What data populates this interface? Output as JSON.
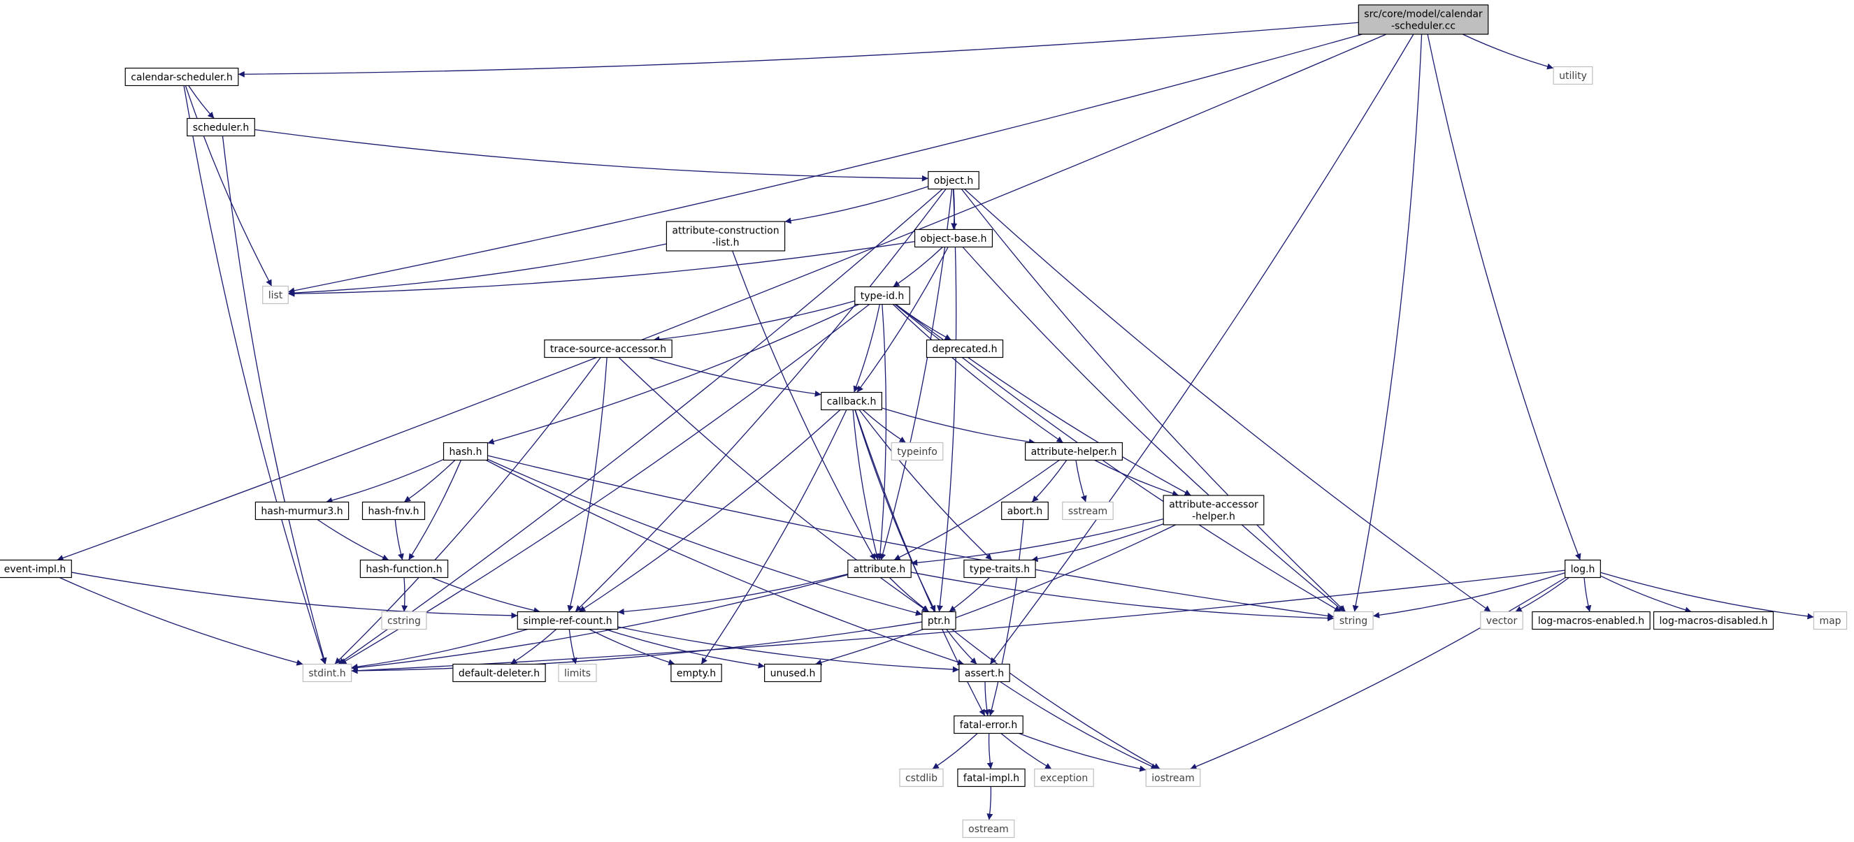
{
  "title": "",
  "colors": {
    "edge": "#191970",
    "root_fill": "#bfbfbf",
    "node_border": "#000000",
    "ext_border": "#bfbfbf",
    "ext_text": "#404040",
    "node_fill": "#ffffff"
  },
  "nodes": [
    {
      "id": "root",
      "label": "src/core/model/calendar\n-scheduler.cc",
      "kind": "root"
    },
    {
      "id": "cal_sched_h",
      "label": "calendar-scheduler.h",
      "kind": "header"
    },
    {
      "id": "utility",
      "label": "utility",
      "kind": "external"
    },
    {
      "id": "scheduler_h",
      "label": "scheduler.h",
      "kind": "header"
    },
    {
      "id": "object_h",
      "label": "object.h",
      "kind": "header"
    },
    {
      "id": "attr_constr_h",
      "label": "attribute-construction\n-list.h",
      "kind": "header"
    },
    {
      "id": "object_base_h",
      "label": "object-base.h",
      "kind": "header"
    },
    {
      "id": "list",
      "label": "list",
      "kind": "external"
    },
    {
      "id": "type_id_h",
      "label": "type-id.h",
      "kind": "header"
    },
    {
      "id": "trace_src_h",
      "label": "trace-source-accessor.h",
      "kind": "header"
    },
    {
      "id": "deprecated_h",
      "label": "deprecated.h",
      "kind": "header"
    },
    {
      "id": "callback_h",
      "label": "callback.h",
      "kind": "header"
    },
    {
      "id": "hash_h",
      "label": "hash.h",
      "kind": "header"
    },
    {
      "id": "typeinfo",
      "label": "typeinfo",
      "kind": "external"
    },
    {
      "id": "attr_helper_h",
      "label": "attribute-helper.h",
      "kind": "header"
    },
    {
      "id": "hash_murmur_h",
      "label": "hash-murmur3.h",
      "kind": "header"
    },
    {
      "id": "hash_fnv_h",
      "label": "hash-fnv.h",
      "kind": "header"
    },
    {
      "id": "abort_h",
      "label": "abort.h",
      "kind": "header"
    },
    {
      "id": "sstream",
      "label": "sstream",
      "kind": "external"
    },
    {
      "id": "attr_accessor_h",
      "label": "attribute-accessor\n-helper.h",
      "kind": "header"
    },
    {
      "id": "event_impl_h",
      "label": "event-impl.h",
      "kind": "header"
    },
    {
      "id": "hash_function_h",
      "label": "hash-function.h",
      "kind": "header"
    },
    {
      "id": "attribute_h",
      "label": "attribute.h",
      "kind": "header"
    },
    {
      "id": "type_traits_h",
      "label": "type-traits.h",
      "kind": "header"
    },
    {
      "id": "log_h",
      "label": "log.h",
      "kind": "header"
    },
    {
      "id": "cstring",
      "label": "cstring",
      "kind": "external"
    },
    {
      "id": "simple_ref_h",
      "label": "simple-ref-count.h",
      "kind": "header"
    },
    {
      "id": "ptr_h",
      "label": "ptr.h",
      "kind": "header"
    },
    {
      "id": "string",
      "label": "string",
      "kind": "external"
    },
    {
      "id": "vector",
      "label": "vector",
      "kind": "external"
    },
    {
      "id": "log_enabled_h",
      "label": "log-macros-enabled.h",
      "kind": "header"
    },
    {
      "id": "log_disabled_h",
      "label": "log-macros-disabled.h",
      "kind": "header"
    },
    {
      "id": "map",
      "label": "map",
      "kind": "external"
    },
    {
      "id": "stdint_h",
      "label": "stdint.h",
      "kind": "external"
    },
    {
      "id": "default_deleter_h",
      "label": "default-deleter.h",
      "kind": "header"
    },
    {
      "id": "limits",
      "label": "limits",
      "kind": "external"
    },
    {
      "id": "empty_h",
      "label": "empty.h",
      "kind": "header"
    },
    {
      "id": "unused_h",
      "label": "unused.h",
      "kind": "header"
    },
    {
      "id": "assert_h",
      "label": "assert.h",
      "kind": "header"
    },
    {
      "id": "fatal_error_h",
      "label": "fatal-error.h",
      "kind": "header"
    },
    {
      "id": "cstdlib",
      "label": "cstdlib",
      "kind": "external"
    },
    {
      "id": "fatal_impl_h",
      "label": "fatal-impl.h",
      "kind": "header"
    },
    {
      "id": "exception",
      "label": "exception",
      "kind": "external"
    },
    {
      "id": "iostream",
      "label": "iostream",
      "kind": "external"
    },
    {
      "id": "ostream",
      "label": "ostream",
      "kind": "external"
    }
  ],
  "edges": [
    [
      "root",
      "cal_sched_h"
    ],
    [
      "root",
      "utility"
    ],
    [
      "root",
      "list"
    ],
    [
      "root",
      "string"
    ],
    [
      "root",
      "event_impl_h"
    ],
    [
      "root",
      "log_h"
    ],
    [
      "root",
      "assert_h"
    ],
    [
      "cal_sched_h",
      "scheduler_h"
    ],
    [
      "cal_sched_h",
      "list"
    ],
    [
      "cal_sched_h",
      "stdint_h"
    ],
    [
      "scheduler_h",
      "object_h"
    ],
    [
      "scheduler_h",
      "stdint_h"
    ],
    [
      "object_h",
      "object_base_h"
    ],
    [
      "object_h",
      "attr_constr_h"
    ],
    [
      "object_h",
      "stdint_h"
    ],
    [
      "object_h",
      "simple_ref_h"
    ],
    [
      "object_h",
      "string"
    ],
    [
      "object_h",
      "vector"
    ],
    [
      "object_h",
      "attribute_h"
    ],
    [
      "object_h",
      "ptr_h"
    ],
    [
      "attr_constr_h",
      "list"
    ],
    [
      "attr_constr_h",
      "attribute_h"
    ],
    [
      "object_base_h",
      "list"
    ],
    [
      "object_base_h",
      "type_id_h"
    ],
    [
      "object_base_h",
      "string"
    ],
    [
      "object_base_h",
      "callback_h"
    ],
    [
      "type_id_h",
      "trace_src_h"
    ],
    [
      "type_id_h",
      "deprecated_h"
    ],
    [
      "type_id_h",
      "callback_h"
    ],
    [
      "type_id_h",
      "hash_h"
    ],
    [
      "type_id_h",
      "attr_helper_h"
    ],
    [
      "type_id_h",
      "attr_accessor_h"
    ],
    [
      "type_id_h",
      "string"
    ],
    [
      "type_id_h",
      "stdint_h"
    ],
    [
      "type_id_h",
      "attribute_h"
    ],
    [
      "trace_src_h",
      "callback_h"
    ],
    [
      "trace_src_h",
      "simple_ref_h"
    ],
    [
      "trace_src_h",
      "stdint_h"
    ],
    [
      "trace_src_h",
      "ptr_h"
    ],
    [
      "callback_h",
      "typeinfo"
    ],
    [
      "callback_h",
      "attr_helper_h"
    ],
    [
      "callback_h",
      "attribute_h"
    ],
    [
      "callback_h",
      "type_traits_h"
    ],
    [
      "callback_h",
      "ptr_h"
    ],
    [
      "callback_h",
      "simple_ref_h"
    ],
    [
      "callback_h",
      "empty_h"
    ],
    [
      "callback_h",
      "fatal_error_h"
    ],
    [
      "hash_h",
      "hash_murmur_h"
    ],
    [
      "hash_h",
      "hash_fnv_h"
    ],
    [
      "hash_h",
      "hash_function_h"
    ],
    [
      "hash_h",
      "string"
    ],
    [
      "hash_h",
      "ptr_h"
    ],
    [
      "hash_h",
      "assert_h"
    ],
    [
      "hash_murmur_h",
      "hash_function_h"
    ],
    [
      "hash_fnv_h",
      "hash_function_h"
    ],
    [
      "hash_function_h",
      "cstring"
    ],
    [
      "hash_function_h",
      "simple_ref_h"
    ],
    [
      "attr_helper_h",
      "abort_h"
    ],
    [
      "attr_helper_h",
      "sstream"
    ],
    [
      "attr_helper_h",
      "attr_accessor_h"
    ],
    [
      "attr_helper_h",
      "attribute_h"
    ],
    [
      "abort_h",
      "fatal_error_h"
    ],
    [
      "attr_accessor_h",
      "attribute_h"
    ],
    [
      "attr_accessor_h",
      "type_traits_h"
    ],
    [
      "attr_accessor_h",
      "unused_h"
    ],
    [
      "event_impl_h",
      "simple_ref_h"
    ],
    [
      "event_impl_h",
      "stdint_h"
    ],
    [
      "attribute_h",
      "simple_ref_h"
    ],
    [
      "attribute_h",
      "ptr_h"
    ],
    [
      "attribute_h",
      "string"
    ],
    [
      "attribute_h",
      "stdint_h"
    ],
    [
      "type_traits_h",
      "ptr_h"
    ],
    [
      "simple_ref_h",
      "stdint_h"
    ],
    [
      "simple_ref_h",
      "default_deleter_h"
    ],
    [
      "simple_ref_h",
      "limits"
    ],
    [
      "simple_ref_h",
      "empty_h"
    ],
    [
      "simple_ref_h",
      "unused_h"
    ],
    [
      "simple_ref_h",
      "assert_h"
    ],
    [
      "ptr_h",
      "stdint_h"
    ],
    [
      "ptr_h",
      "assert_h"
    ],
    [
      "ptr_h",
      "iostream"
    ],
    [
      "log_h",
      "string"
    ],
    [
      "log_h",
      "vector"
    ],
    [
      "log_h",
      "log_enabled_h"
    ],
    [
      "log_h",
      "log_disabled_h"
    ],
    [
      "log_h",
      "map"
    ],
    [
      "log_h",
      "stdint_h"
    ],
    [
      "log_h",
      "iostream"
    ],
    [
      "assert_h",
      "fatal_error_h"
    ],
    [
      "assert_h",
      "iostream"
    ],
    [
      "fatal_error_h",
      "cstdlib"
    ],
    [
      "fatal_error_h",
      "fatal_impl_h"
    ],
    [
      "fatal_error_h",
      "exception"
    ],
    [
      "fatal_error_h",
      "iostream"
    ],
    [
      "fatal_impl_h",
      "ostream"
    ]
  ]
}
